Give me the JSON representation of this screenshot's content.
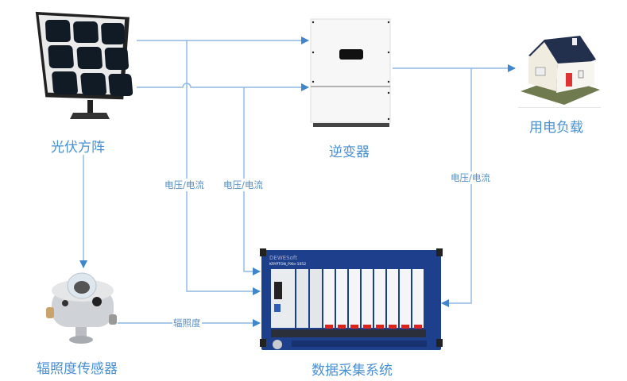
{
  "nodes": {
    "pv_array": {
      "label": "光伏方阵",
      "icon": "solar-panel-icon"
    },
    "inverter": {
      "label": "逆变器",
      "icon": "inverter-icon"
    },
    "load": {
      "label": "用电负载",
      "icon": "house-icon"
    },
    "irradiance_sensor": {
      "label": "辐照度传感器",
      "icon": "pyranometer-icon"
    },
    "daq": {
      "label": "数据采集系统",
      "icon": "daq-chassis-icon",
      "brand": "DEWESoft",
      "model": "KRYPTON_PXIe-1052"
    }
  },
  "edges": {
    "pv_dc_v_i": {
      "label": "电压/电流"
    },
    "pv_ac_v_i": {
      "label": "电压/电流"
    },
    "load_v_i": {
      "label": "电压/电流"
    },
    "irradiance": {
      "label": "辐照度"
    }
  },
  "colors": {
    "line": "#8fb9e3",
    "arrow": "#3f86cc",
    "text": "#4a8fd0",
    "chassis": "#1e3f8c"
  }
}
